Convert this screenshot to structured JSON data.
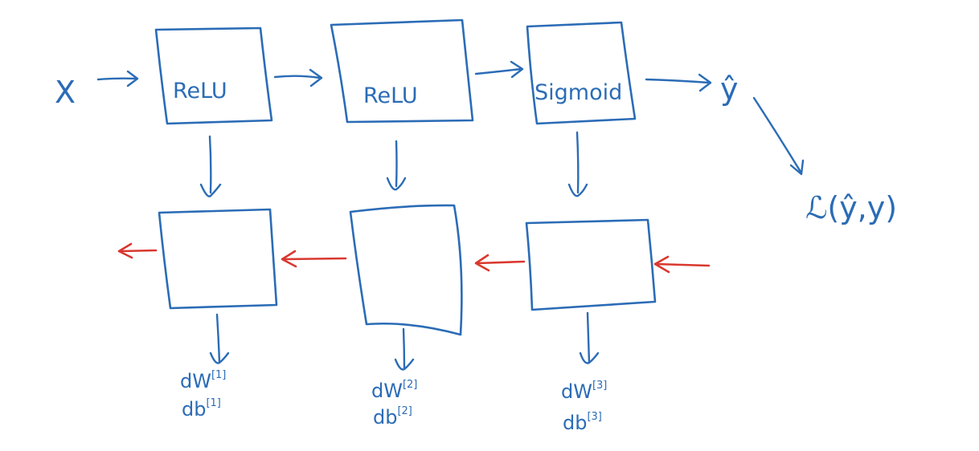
{
  "diagram": {
    "input_label": "X",
    "output_label": "ŷ",
    "loss_label": "ℒ(ŷ,y)",
    "forward_blocks": [
      {
        "label": "ReLU"
      },
      {
        "label": "ReLU"
      },
      {
        "label": "Sigmoid"
      }
    ],
    "backward_blocks": [
      {
        "grads": [
          "dW",
          "db"
        ],
        "sups": [
          "[1]",
          "[1]"
        ]
      },
      {
        "grads": [
          "dW",
          "db"
        ],
        "sups": [
          "[2]",
          "[2]"
        ]
      },
      {
        "grads": [
          "dW",
          "db"
        ],
        "sups": [
          "[3]",
          "[3]"
        ]
      }
    ],
    "colors": {
      "ink": "#2b6cb6",
      "backprop": "#d9382f",
      "background": "#ffffff"
    }
  }
}
